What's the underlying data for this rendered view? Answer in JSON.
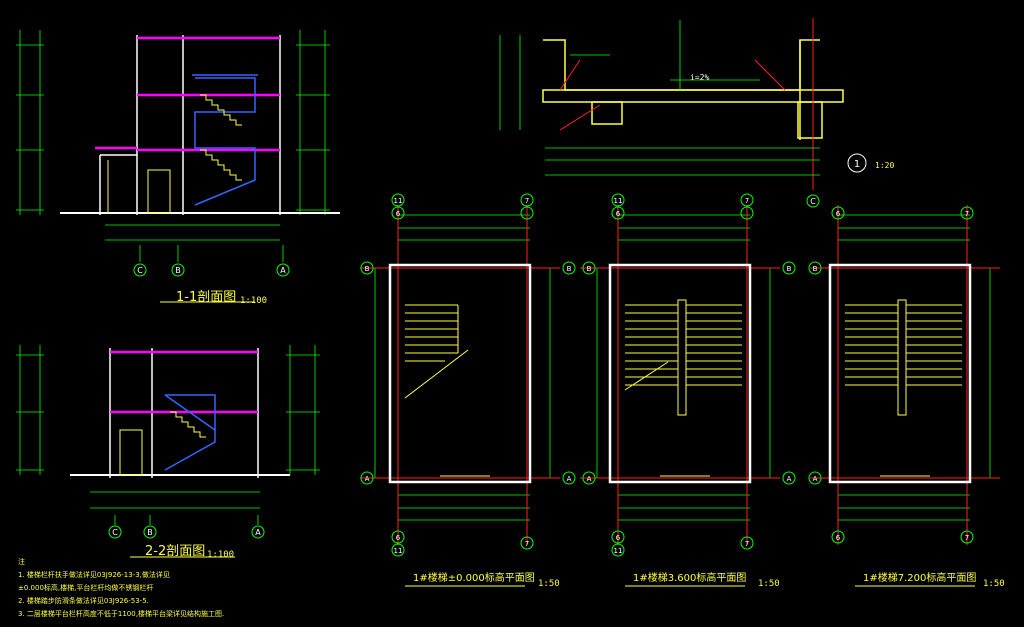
{
  "drawings": {
    "section_1_1": {
      "title": "1-1剖面图",
      "scale": "1:100"
    },
    "section_2_2": {
      "title": "2-2剖面图",
      "scale": "1:100"
    },
    "plan_ground": {
      "title": "1#楼梯±0.000标高平面图",
      "scale": "1:50"
    },
    "plan_mid": {
      "title": "1#楼梯3.600标高平面图",
      "scale": "1:50"
    },
    "plan_top": {
      "title": "1#楼梯7.200标高平面图",
      "scale": "1:50"
    },
    "detail": {
      "ref": "1",
      "scale": "1:20",
      "slope": "i=2%"
    }
  },
  "axes": {
    "section_1_1": [
      "C",
      "B",
      "A"
    ],
    "section_2_2": [
      "C",
      "B",
      "A"
    ],
    "plan_ground": {
      "top": [
        "11",
        "6",
        "7"
      ],
      "bottom": [
        "6",
        "11",
        "7"
      ],
      "sides": [
        "B",
        "A"
      ]
    },
    "plan_mid": {
      "top": [
        "11",
        "6",
        "7"
      ],
      "bottom": [
        "6",
        "11",
        "7"
      ],
      "sides": [
        "B",
        "A"
      ]
    },
    "plan_top": {
      "top": [
        "6",
        "7"
      ],
      "bottom": [
        "6",
        "7"
      ],
      "sides": [
        "B",
        "A"
      ]
    },
    "detail_axis": "C"
  },
  "notes": {
    "label": "注",
    "lines": [
      "1. 楼梯栏杆扶手做法详见03J926-13-3,做法详见",
      "   ±0.000标高,楼梯,平台栏杆均做不锈钢栏杆",
      "2. 楼梯踏步防滑条做法详见03J926-53-5.",
      "3. 二层楼梯平台栏杆高度不低于1100,楼梯平台梁详见结构施工图."
    ]
  },
  "colors": {
    "background": "#000000",
    "wall": "#ffffff",
    "dimension": "#00ff00",
    "axis_line": "#ff2020",
    "stair": "#ffff40",
    "railing": "#3366ff",
    "slab": "#ff00ff",
    "text": "#ffff40"
  }
}
